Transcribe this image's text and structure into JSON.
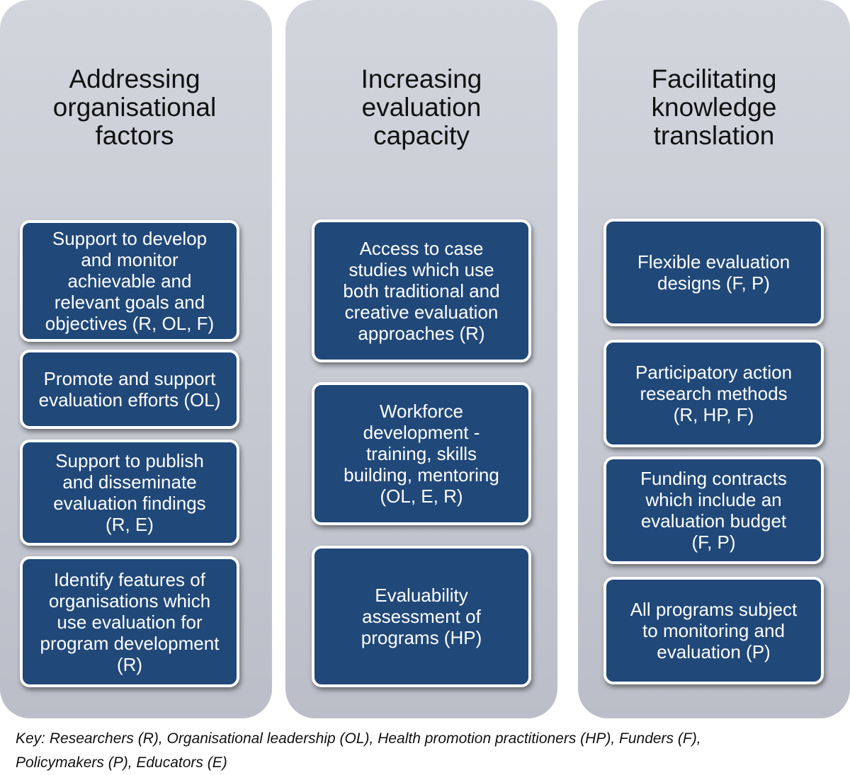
{
  "columns": [
    {
      "title": "Addressing\norganisational\nfactors",
      "boxes": [
        "Support to develop\nand monitor\nachievable and\nrelevant goals and\nobjectives (R, OL, F)",
        "Promote and support\nevaluation efforts (OL)",
        "Support to publish\nand disseminate\nevaluation findings\n(R, E)",
        "Identify features of\norganisations which\nuse evaluation for\nprogram development\n(R)"
      ]
    },
    {
      "title": "Increasing\nevaluation\ncapacity",
      "boxes": [
        "Access to case\nstudies which use\nboth traditional and\ncreative evaluation\napproaches (R)",
        "Workforce\ndevelopment -\ntraining, skills\nbuilding, mentoring\n(OL, E, R)",
        "Evaluability\nassessment of\nprograms  (HP)"
      ]
    },
    {
      "title": "Facilitating\nknowledge\ntranslation",
      "boxes": [
        "Flexible evaluation\ndesigns (F, P)",
        "Participatory action\nresearch methods\n(R, HP, F)",
        "Funding contracts\nwhich include an\nevaluation budget\n(F, P)",
        "All programs subject\nto monitoring and\nevaluation (P)"
      ]
    }
  ],
  "key": "Key: Researchers (R), Organisational leadership (OL), Health promotion practitioners (HP), Funders (F),\nPolicymakers (P), Educators (E)",
  "colors": {
    "column_background": "#c6c9d2",
    "box_fill": "#204879",
    "box_border": "#ffffff",
    "box_text": "#ffffff",
    "title_text": "#111111"
  }
}
